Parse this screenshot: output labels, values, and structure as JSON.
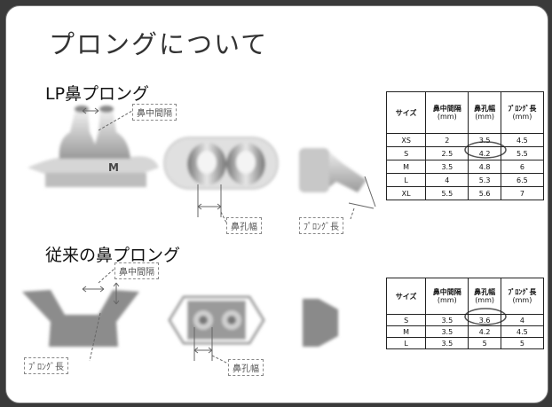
{
  "title": "プロングについて",
  "lp_section": {
    "heading": "LP鼻プロング",
    "callouts": {
      "septum": "鼻中間隔",
      "nostril": "鼻孔幅",
      "length": "ﾌﾟﾛﾝｸﾞ長"
    },
    "table": {
      "headers": [
        {
          "label": "サイズ",
          "unit": ""
        },
        {
          "label": "鼻中間隔",
          "unit": "(mm)"
        },
        {
          "label": "鼻孔幅",
          "unit": "(mm)"
        },
        {
          "label": "ﾌﾟﾛﾝｸﾞ長",
          "unit": "(mm)"
        }
      ],
      "rows": [
        [
          "XS",
          "2",
          "3.5",
          "4.5"
        ],
        [
          "S",
          "2.5",
          "4.2",
          "5.5"
        ],
        [
          "M",
          "3.5",
          "4.8",
          "6"
        ],
        [
          "L",
          "4",
          "5.3",
          "6.5"
        ],
        [
          "XL",
          "5.5",
          "5.6",
          "7"
        ]
      ]
    }
  },
  "conv_section": {
    "heading": "従来の鼻プロング",
    "callouts": {
      "septum": "鼻中間隔",
      "nostril": "鼻孔幅",
      "length": "ﾌﾟﾛﾝｸﾞ長"
    },
    "table": {
      "headers": [
        {
          "label": "サイズ",
          "unit": ""
        },
        {
          "label": "鼻中間隔",
          "unit": "(mm)"
        },
        {
          "label": "鼻孔幅",
          "unit": "(mm)"
        },
        {
          "label": "ﾌﾟﾛﾝｸﾞ長",
          "unit": "(mm)"
        }
      ],
      "rows": [
        [
          "S",
          "3.5",
          "3.6",
          "4"
        ],
        [
          "M",
          "3.5",
          "4.2",
          "4.5"
        ],
        [
          "L",
          "3.5",
          "5",
          "5"
        ]
      ]
    }
  },
  "product_mark": "M",
  "colors": {
    "highlight_ellipse": "#555555",
    "dashed_leader": "#888888"
  }
}
